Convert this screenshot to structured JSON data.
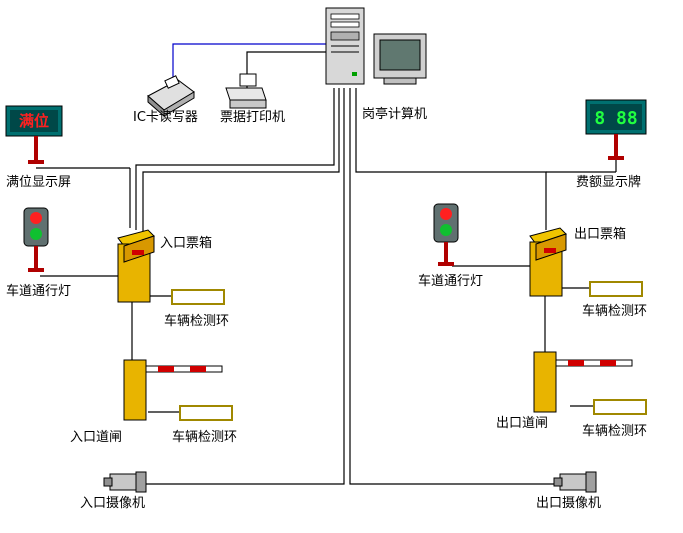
{
  "labels": {
    "ic_reader": "IC卡读写器",
    "printer": "票据打印机",
    "booth_pc": "岗亭计算机",
    "full_display": "满位显示屏",
    "fee_display": "费额显示牌",
    "in_traffic_light": "车道通行灯",
    "in_ticket_box": "入口票箱",
    "in_loop_1": "车辆检测环",
    "in_barrier": "入口道闸",
    "in_loop_2": "车辆检测环",
    "in_camera": "入口摄像机",
    "out_traffic_light": "车道通行灯",
    "out_ticket_box": "出口票箱",
    "out_loop_1": "车辆检测环",
    "out_barrier": "出口道闸",
    "out_loop_2": "车辆检测环",
    "out_camera": "出口摄像机"
  },
  "displays": {
    "full_sign_text": "满位",
    "fee_sign_text": "8 88"
  },
  "colors": {
    "wire": "#000000",
    "network": "#0000cc",
    "ticket_box": "#e8b400",
    "loop_border": "#a08800",
    "light_red": "#ff2020",
    "light_green": "#10c030",
    "sign_bg": "#007070",
    "sign_red_text": "#ff2020",
    "sign_green_text": "#20ff40"
  }
}
